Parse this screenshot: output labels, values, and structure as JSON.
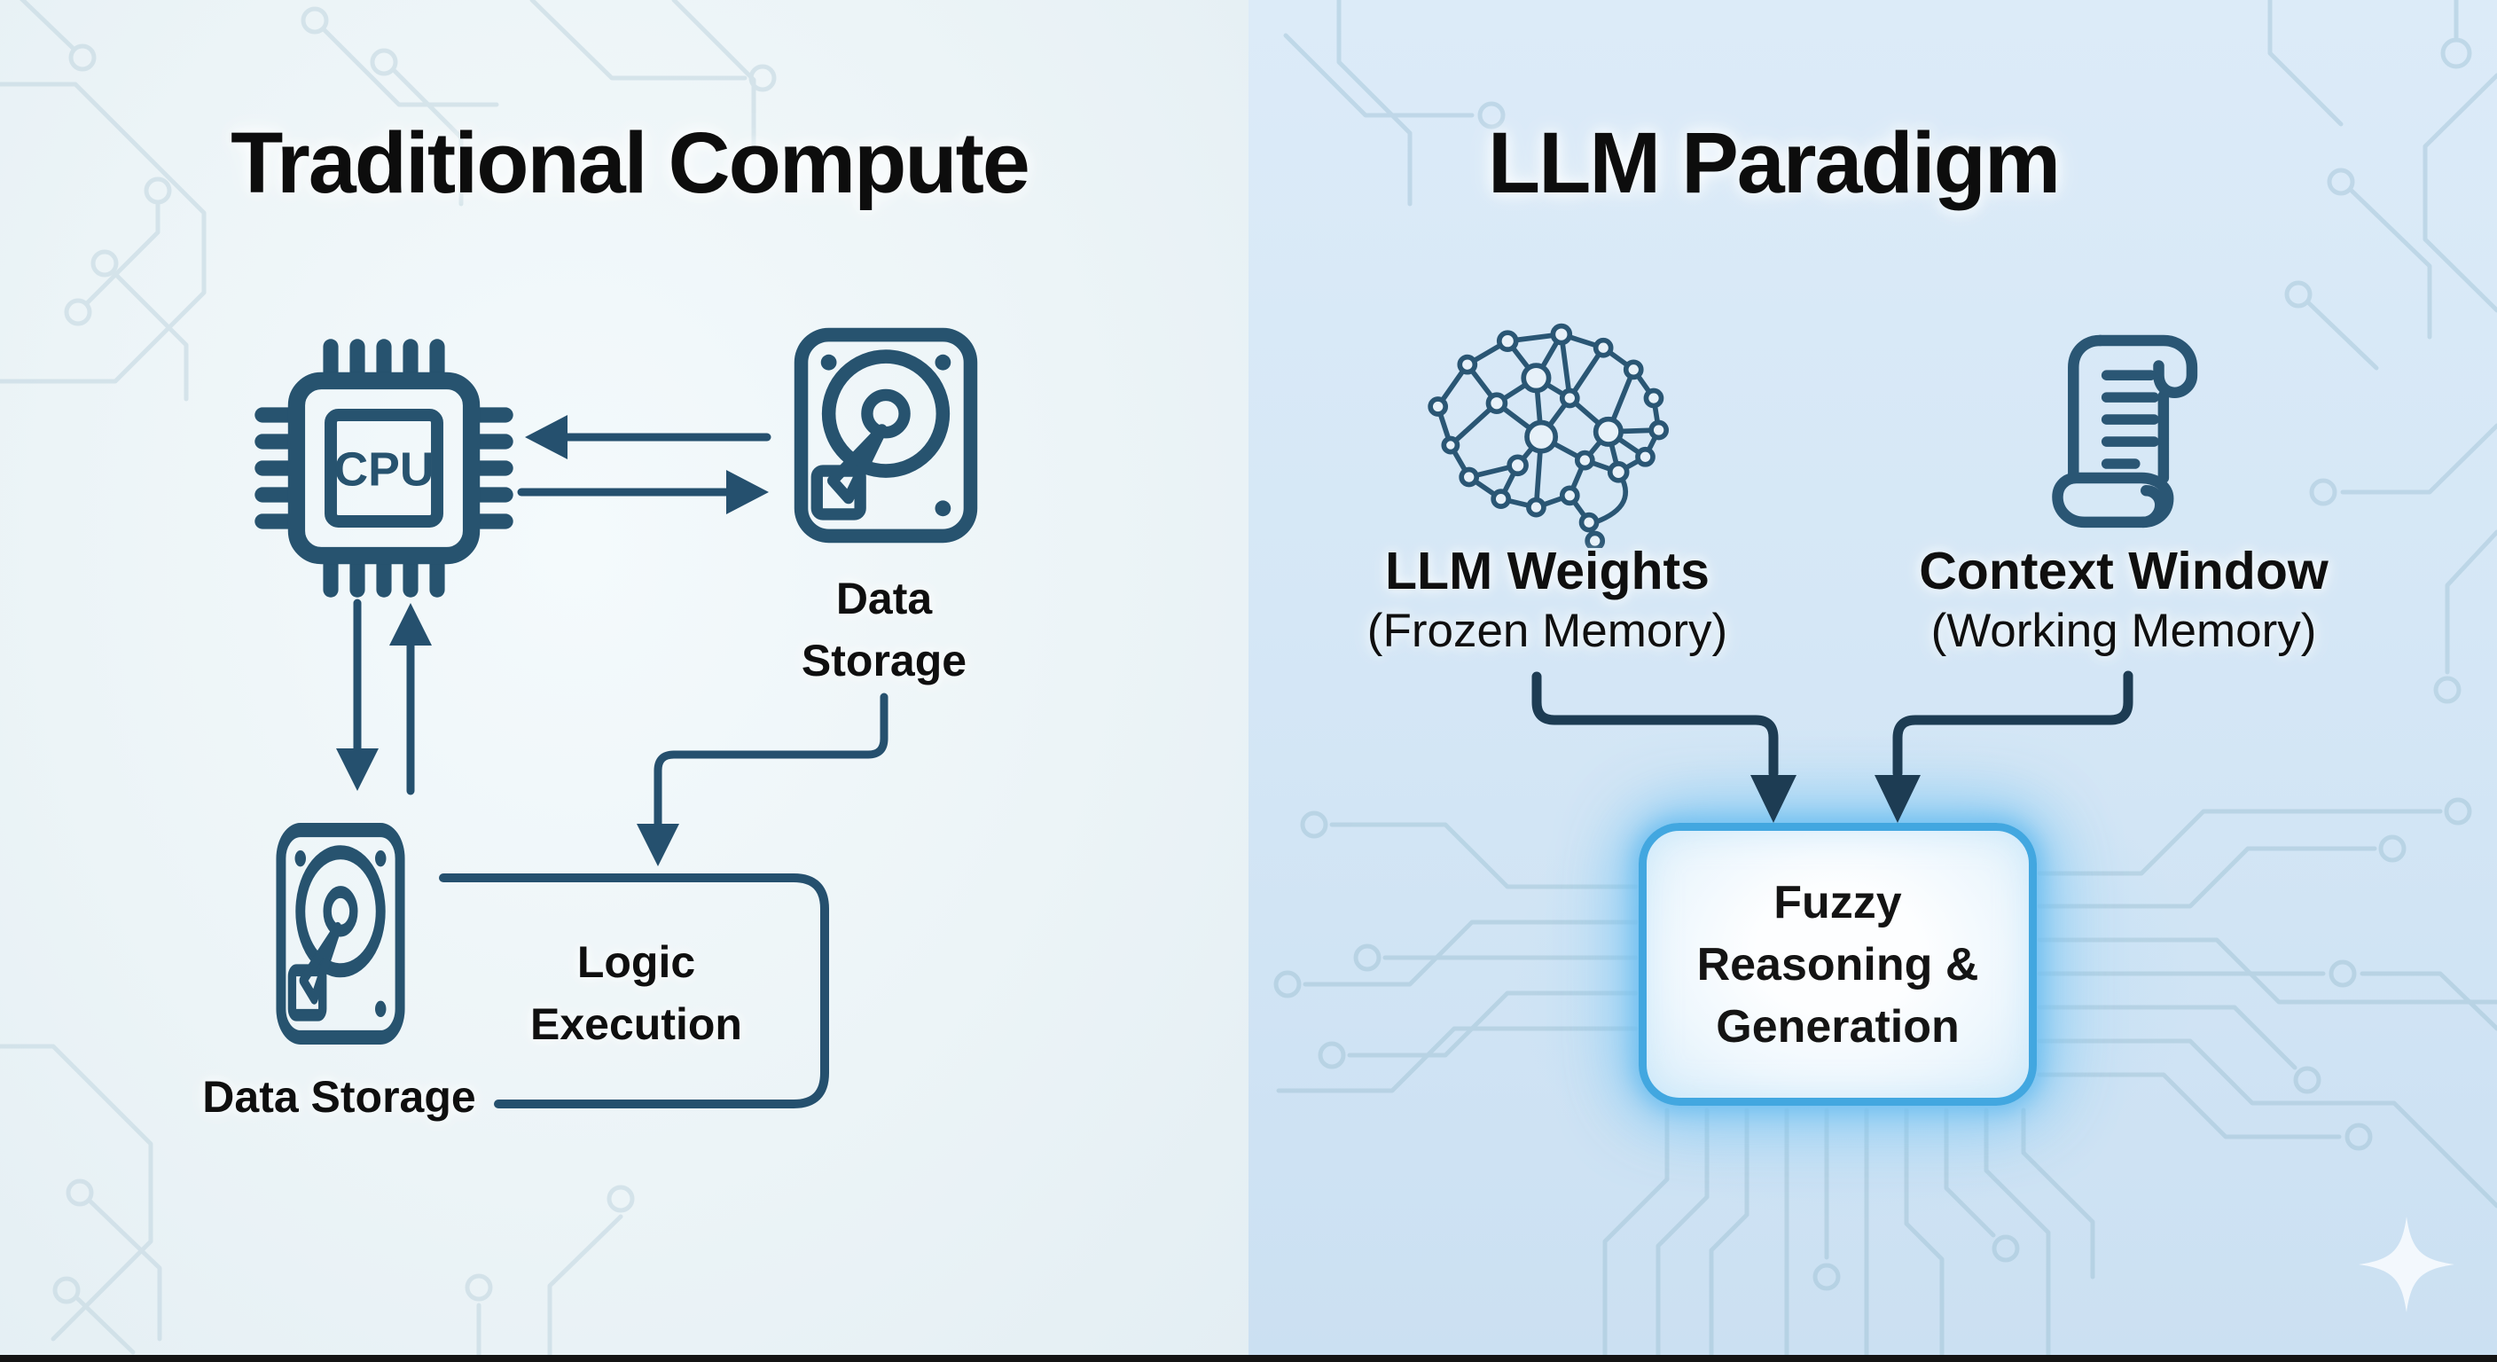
{
  "left_panel": {
    "title": "Traditional Compute",
    "cpu_label": "CPU",
    "storage_top": {
      "line1": "Data",
      "line2": "Storage"
    },
    "logic_execution": {
      "line1": "Logic",
      "line2": "Execution"
    },
    "storage_bottom_label": "Data Storage"
  },
  "right_panel": {
    "title": "LLM Paradigm",
    "llm_weights": {
      "label": "LLM Weights",
      "sublabel": "(Frozen Memory)"
    },
    "context_window": {
      "label": "Context Window",
      "sublabel": "(Working Memory)"
    },
    "fuzzy_box": {
      "line1": "Fuzzy",
      "line2": "Reasoning &",
      "line3": "Generation"
    }
  },
  "colors": {
    "icon_stroke": "#27536f",
    "left_connector": "#25506e",
    "right_connector": "#1d3c53",
    "fuzzy_border": "#42a7e0",
    "left_background": "#ecf4f7",
    "right_background": "#d5e7f6",
    "circuit_trace": "#a9c9db",
    "title_text": "#0d0d0d"
  },
  "icons": {
    "cpu": "cpu-chip-icon",
    "storage_top": "hard-drive-icon",
    "storage_bottom": "hard-drive-icon",
    "llm_weights": "brain-network-icon",
    "context_window": "scroll-icon",
    "sparkle": "sparkle-icon"
  }
}
